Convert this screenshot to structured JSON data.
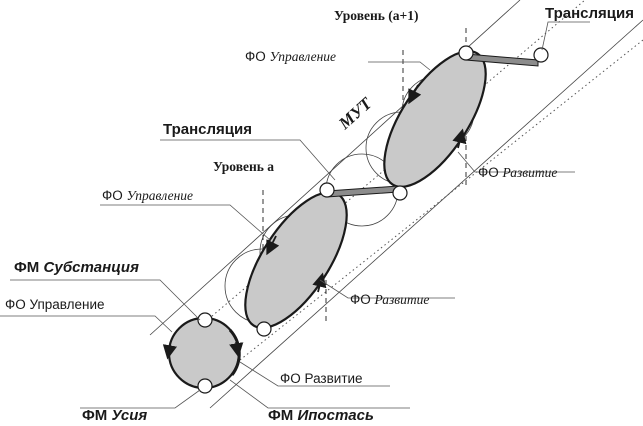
{
  "labels": {
    "level_top": "Уровень (a+1)",
    "translation_top": "Трансляция",
    "fo_control_top": {
      "prefix": "ФО",
      "word": "Управление"
    },
    "myt": "МУТ",
    "translation_mid": "Трансляция",
    "level_mid": "Уровень a",
    "fo_development_top": {
      "prefix": "ФО",
      "word": "Развитие"
    },
    "fo_control_mid": {
      "prefix": "ФО",
      "word": "Управление"
    },
    "fm_substance": {
      "prefix": "ФМ",
      "word": "Субстанция"
    },
    "fo_development_mid": {
      "prefix": "ФО",
      "word": "Развитие"
    },
    "fo_control_bottom": "ФО Управление",
    "fo_development_bottom": "ФО Развитие",
    "fm_usia": {
      "prefix": "ФМ",
      "word": "Усия"
    },
    "fm_hypostasis": {
      "prefix": "ФМ",
      "word": "Ипостась"
    }
  },
  "colors": {
    "ellipse_fill": "#c9c9c9",
    "outline": "#1a1a1a",
    "translation_bar": "#8c8c8c"
  }
}
